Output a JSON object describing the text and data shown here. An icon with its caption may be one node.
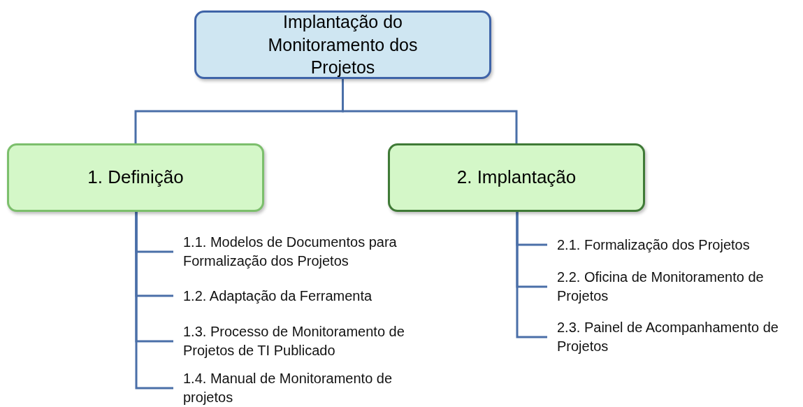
{
  "diagram": {
    "nodes": [
      {
        "text": [
          "Implantação do Monitoramento dos Projetos"
        ]
      },
      {
        "text": [
          "1. Definição"
        ]
      },
      {
        "text": [
          "2. Implantação"
        ]
      },
      {
        "text": [
          "1.1. Modelos de Documentos para Formalização dos Projetos"
        ]
      },
      {
        "text": [
          "1.2. Adaptação da Ferramenta"
        ]
      },
      {
        "text": [
          "1.3. Processo de Monitoramento de Projetos de TI Publicado"
        ]
      },
      {
        "text": [
          "1.4. Manual de Monitoramento de projetos"
        ]
      },
      {
        "text": [
          "2.1. Formalização dos Projetos"
        ]
      },
      {
        "text": [
          "2.2. Oficina de Monitoramento de Projetos"
        ]
      },
      {
        "text": [
          "2.3. Painel de Acompanhamento de Projetos"
        ]
      }
    ],
    "edges": [
      {
        "from": 0,
        "to": 1,
        "arrow": "none"
      },
      {
        "from": 0,
        "to": 2,
        "arrow": "none"
      },
      {
        "from": 1,
        "to": 3,
        "arrow": "none"
      },
      {
        "from": 1,
        "to": 4,
        "arrow": "none"
      },
      {
        "from": 1,
        "to": 5,
        "arrow": "none"
      },
      {
        "from": 1,
        "to": 6,
        "arrow": "none"
      },
      {
        "from": 2,
        "to": 7,
        "arrow": "none"
      },
      {
        "from": 2,
        "to": 8,
        "arrow": "none"
      },
      {
        "from": 2,
        "to": 9,
        "arrow": "none"
      }
    ]
  }
}
